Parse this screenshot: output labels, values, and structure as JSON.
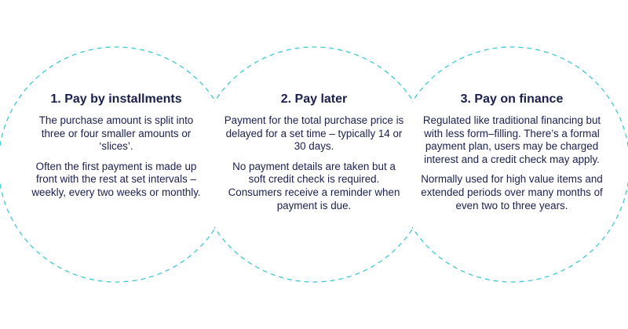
{
  "colors": {
    "outline": "#3fc9d1",
    "text": "#1b1f4e"
  },
  "options": [
    {
      "title": "1. Pay by installments",
      "paragraphs": [
        "The purchase amount is split into three or four smaller amounts or ‘slices’.",
        "Often the first payment is made up front with the rest at set intervals – weekly, every two weeks or monthly."
      ]
    },
    {
      "title": "2. Pay later",
      "paragraphs": [
        "Payment for the total purchase price is delayed for a set time – typically 14 or 30 days.",
        "No payment details are taken but a soft credit check is required. Consumers receive a reminder when payment is due."
      ]
    },
    {
      "title": "3. Pay on finance",
      "paragraphs": [
        "Regulated like traditional financing but with less form–filling. There’s a formal payment plan, users may be charged interest and a credit check may apply.",
        "Normally used for high value items and extended periods over many months of even two to three years."
      ]
    }
  ]
}
